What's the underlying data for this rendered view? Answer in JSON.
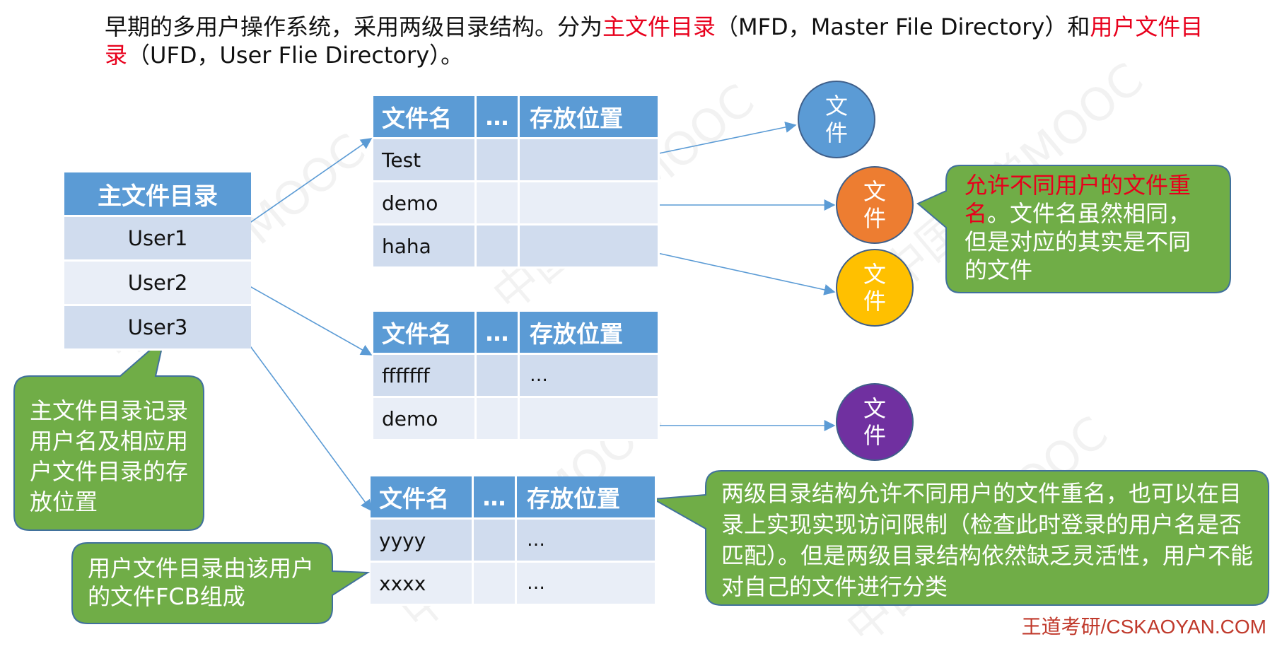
{
  "intro": {
    "part1": "早期的多用户操作系统，采用两级目录结构。分为",
    "mfd_term": "主文件目录",
    "part2": "（MFD，Master File Directory）和",
    "ufd_term": "用户文件目录",
    "part3": "（UFD，User Flie Directory）。"
  },
  "mfd": {
    "header": "主文件目录",
    "users": [
      "User1",
      "User2",
      "User3"
    ]
  },
  "ufd_tables": [
    {
      "headers": [
        "文件名",
        "…",
        "存放位置"
      ],
      "rows": [
        [
          "Test",
          "",
          ""
        ],
        [
          "demo",
          "",
          ""
        ],
        [
          "haha",
          "",
          ""
        ]
      ]
    },
    {
      "headers": [
        "文件名",
        "…",
        "存放位置"
      ],
      "rows": [
        [
          "fffffff",
          "",
          "…"
        ],
        [
          "demo",
          "",
          ""
        ]
      ]
    },
    {
      "headers": [
        "文件名",
        "…",
        "存放位置"
      ],
      "rows": [
        [
          "yyyy",
          "",
          "…"
        ],
        [
          "xxxx",
          "",
          "…"
        ]
      ]
    }
  ],
  "files": [
    {
      "label": "文\n件",
      "color": "#5b9bd5"
    },
    {
      "label": "文\n件",
      "color": "#ed7d31"
    },
    {
      "label": "文\n件",
      "color": "#ffc000"
    },
    {
      "label": "文\n件",
      "color": "#7030a0"
    }
  ],
  "callouts": {
    "rename_red": "允许不同用户的文件重名",
    "rename_rest": "。文件名虽然相同，但是对应的其实是不同的文件",
    "mfd_note": "主文件目录记录用户名及相应用户文件目录的存放位置",
    "ufd_note": "用户文件目录由该用户的文件FCB组成",
    "summary": "两级目录结构允许不同用户的文件重名，也可以在目录上实现实现访问限制（检查此时登录的用户名是否匹配）。但是两级目录结构依然缺乏灵活性，用户不能对自己的文件进行分类"
  },
  "colors": {
    "accent_red": "#e8001c",
    "header_blue": "#5b9bd5",
    "callout_green": "#70ad47"
  },
  "watermark": "中国大学MOOC",
  "footer": "王道考研/CSKAOYAN.COM"
}
